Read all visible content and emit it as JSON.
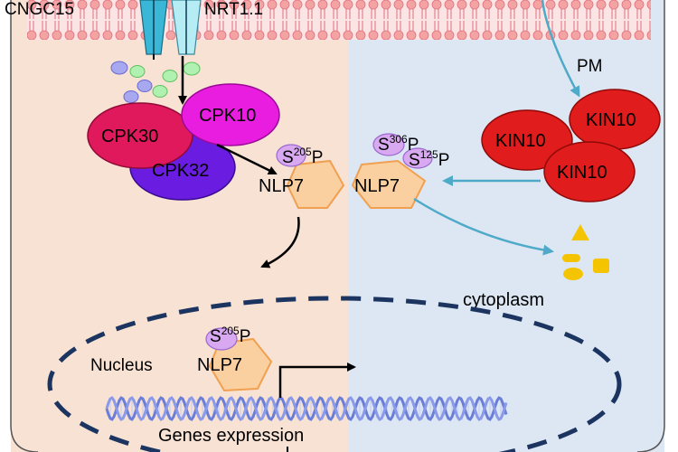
{
  "labels": {
    "cngc15": "CNGC15",
    "nrt11": "NRT1.1",
    "pm": "PM",
    "cpk10": "CPK10",
    "cpk30": "CPK30",
    "cpk32": "CPK32",
    "kin10_a": "KIN10",
    "kin10_b": "KIN10",
    "kin10_c": "KIN10",
    "nlp7_left": "NLP7",
    "nlp7_right": "NLP7",
    "nlp7_nucleus": "NLP7",
    "s205_left": {
      "base": "S",
      "sup": "205",
      "tail": "P"
    },
    "s306": {
      "base": "S",
      "sup": "306",
      "tail": "P"
    },
    "s125": {
      "base": "S",
      "sup": "125",
      "tail": "P"
    },
    "s205_nucleus": {
      "base": "S",
      "sup": "205",
      "tail": "P"
    },
    "cytoplasm": "cytoplasm",
    "nucleus": "Nucleus",
    "genes": "Genes expression"
  },
  "colors": {
    "left_bg": "#f8e2d4",
    "right_bg": "#dde7f3",
    "membrane": "#f4a3a3",
    "membrane_dot": "#e85c6a",
    "channel_cngc15": "#3ab7d6",
    "channel_nrt11": "#b6ecf3",
    "cpk30": "#e0195c",
    "cpk10": "#e81de0",
    "cpk32": "#6a1ce0",
    "kin10": "#e01c1c",
    "nlp7_fill": "#fbd0a0",
    "nlp7_stroke": "#f0a050",
    "phospho": "#d8a8f0",
    "arrow_teal": "#4eaac8",
    "nucleus_border": "#1c3560",
    "metabolite_yellow": "#f5c400",
    "dna": "#7a8ee0"
  }
}
